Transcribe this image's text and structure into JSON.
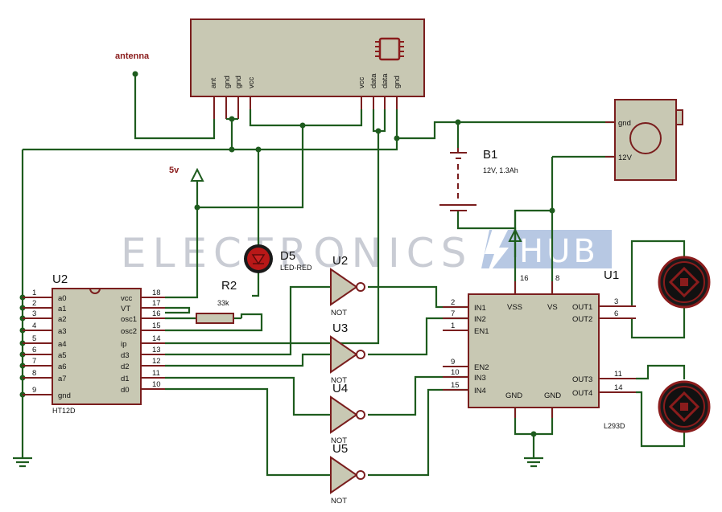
{
  "watermark": {
    "left": "ELECTRONICS",
    "right": "HUB"
  },
  "labels": {
    "antenna": "antenna",
    "vcc_net": "5v"
  },
  "receiver": {
    "pins": [
      "ant",
      "gnd",
      "gnd",
      "vcc",
      "vcc",
      "data",
      "data",
      "gnd"
    ]
  },
  "battery": {
    "name": "B1",
    "value": "12V, 1.3Ah"
  },
  "motor_conn": {
    "pin1": "gnd",
    "pin2": "12V"
  },
  "led": {
    "name": "D5",
    "value": "LED-RED"
  },
  "resistor": {
    "name": "R2",
    "value": "33k"
  },
  "u2": {
    "name": "U2",
    "part": "HT12D",
    "left_pins": [
      {
        "num": "1",
        "name": "a0"
      },
      {
        "num": "2",
        "name": "a1"
      },
      {
        "num": "3",
        "name": "a2"
      },
      {
        "num": "4",
        "name": "a3"
      },
      {
        "num": "5",
        "name": "a4"
      },
      {
        "num": "6",
        "name": "a5"
      },
      {
        "num": "7",
        "name": "a6"
      },
      {
        "num": "8",
        "name": "a7"
      },
      {
        "num": "9",
        "name": "gnd"
      }
    ],
    "right_pins": [
      {
        "num": "18",
        "name": "vcc"
      },
      {
        "num": "17",
        "name": "VT"
      },
      {
        "num": "16",
        "name": "osc1"
      },
      {
        "num": "15",
        "name": "osc2"
      },
      {
        "num": "14",
        "name": "ip"
      },
      {
        "num": "13",
        "name": "d3"
      },
      {
        "num": "12",
        "name": "d2"
      },
      {
        "num": "11",
        "name": "d1"
      },
      {
        "num": "10",
        "name": "d0"
      }
    ]
  },
  "gates": [
    {
      "name": "U2",
      "type": "NOT"
    },
    {
      "name": "U3",
      "type": "NOT"
    },
    {
      "name": "U4",
      "type": "NOT"
    },
    {
      "name": "U5",
      "type": "NOT"
    }
  ],
  "u1": {
    "name": "U1",
    "part": "L293D",
    "top_pins": [
      {
        "num": "16",
        "name": "VSS"
      },
      {
        "num": "8",
        "name": "VS"
      }
    ],
    "left_pins": [
      {
        "num": "2",
        "name": "IN1"
      },
      {
        "num": "7",
        "name": "IN2"
      },
      {
        "num": "1",
        "name": "EN1"
      },
      {
        "num": "9",
        "name": "EN2"
      },
      {
        "num": "10",
        "name": "IN3"
      },
      {
        "num": "15",
        "name": "IN4"
      }
    ],
    "right_pins": [
      {
        "num": "3",
        "name": "OUT1"
      },
      {
        "num": "6",
        "name": "OUT2"
      },
      {
        "num": "11",
        "name": "OUT3"
      },
      {
        "num": "14",
        "name": "OUT4"
      }
    ],
    "bottom": [
      "GND",
      "GND"
    ]
  }
}
